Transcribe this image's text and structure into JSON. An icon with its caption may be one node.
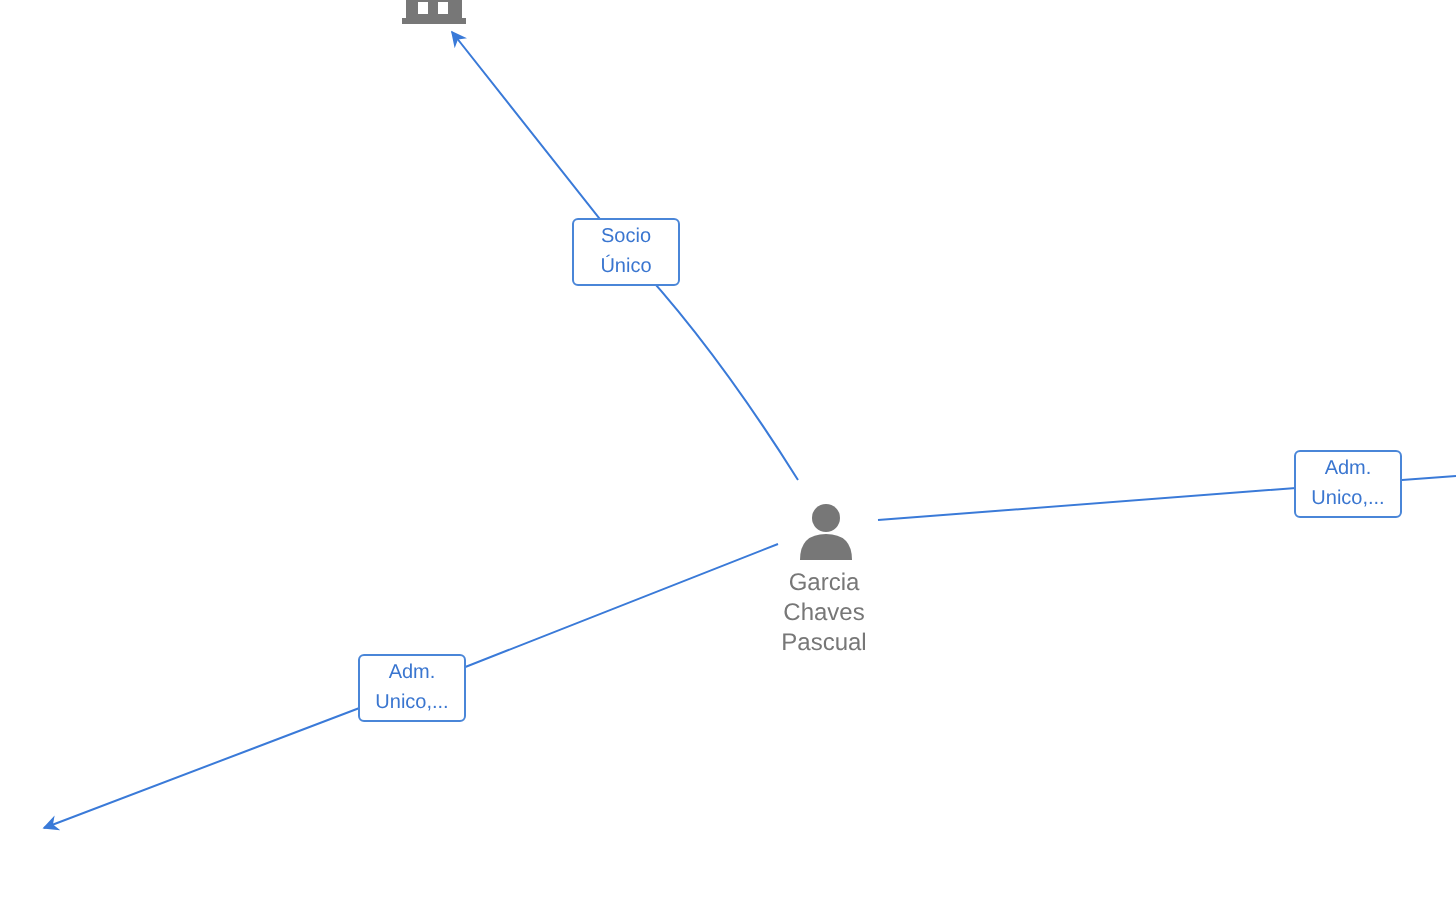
{
  "diagram": {
    "nodes": [
      {
        "text": [
          "Garcia Chaves Pascual"
        ]
      },
      {
        "text": [],
        "shape": "building"
      }
    ],
    "edges": [
      {
        "from": 0,
        "to": 1,
        "arrow": "to",
        "label": "Socio Único"
      },
      {
        "from": 0,
        "to": null,
        "arrow": "none",
        "label": "Adm. Unico,..."
      },
      {
        "from": 0,
        "to": null,
        "arrow": "to",
        "label": "Adm. Unico,..."
      }
    ]
  }
}
